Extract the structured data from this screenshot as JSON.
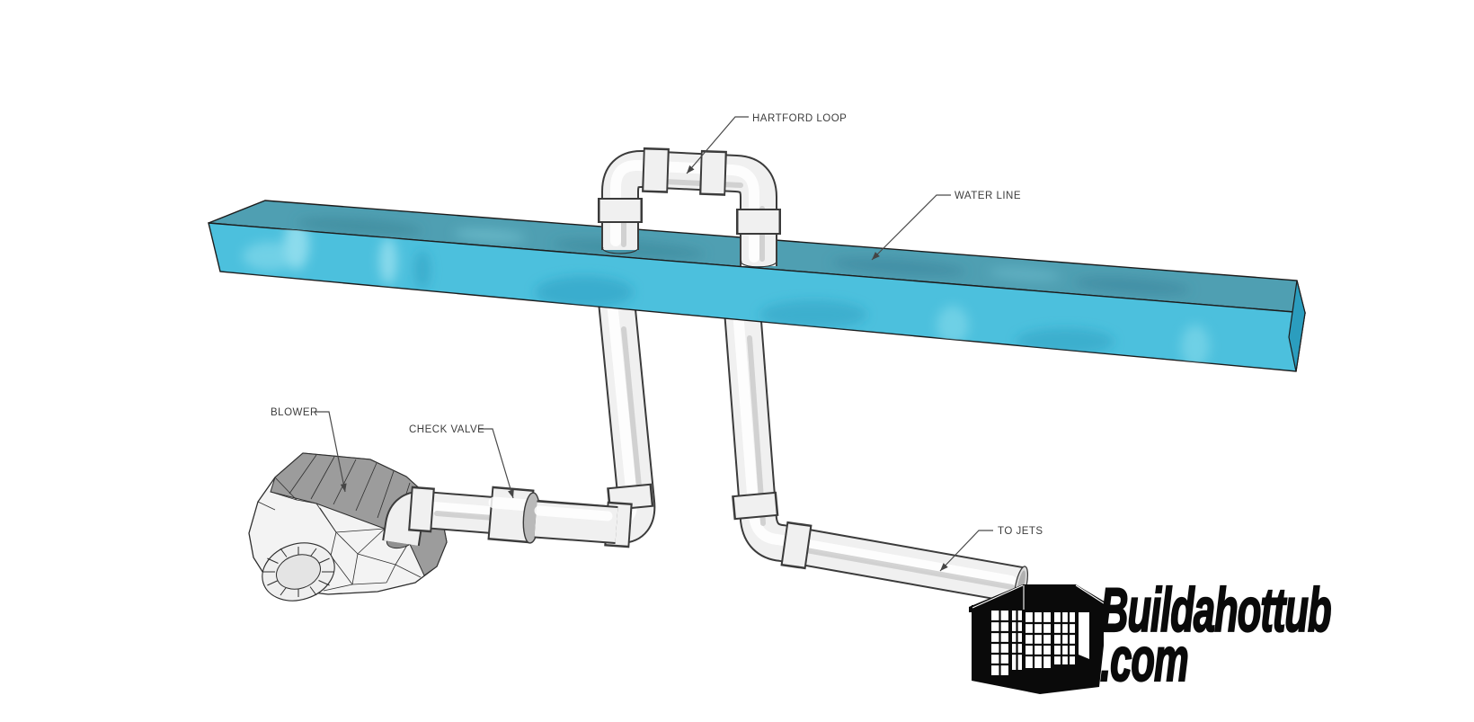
{
  "callouts": {
    "hartford_loop": {
      "text": "HARTFORD LOOP"
    },
    "water_line": {
      "text": "WATER LINE"
    },
    "blower": {
      "text": "BLOWER"
    },
    "check_valve": {
      "text": "CHECK VALVE"
    },
    "to_jets": {
      "text": "TO JETS"
    }
  },
  "logo": {
    "title": "Buildahottub",
    "domain": ".com"
  },
  "colors": {
    "background": "#ffffff",
    "water_top": "#4f9fb2",
    "water_front": "#4cc0dd",
    "water_side": "#2b9dbe",
    "water_outline": "#1c1c1c",
    "pipe_fill": "#f0f0f0",
    "pipe_outline": "#3b3b3b",
    "valve_end": "#b9b9b9",
    "blower_top": "#9c9c9c",
    "blower_body": "#f3f3f3",
    "blower_line": "#2e2e2e",
    "label_text": "#3d3d3d",
    "leader_line": "#4a4a4a",
    "logo_black": "#0a0a0a"
  }
}
